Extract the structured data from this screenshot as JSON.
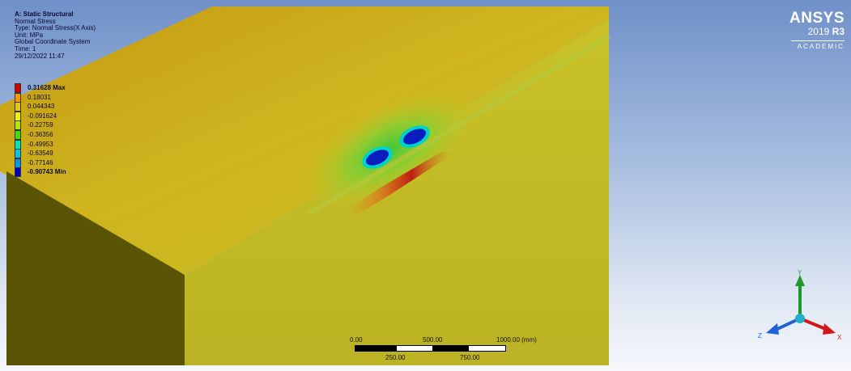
{
  "info": {
    "title": "A: Static Structural",
    "lines": [
      "Normal Stress",
      "Type: Normal Stress(X Axis)",
      "Unit: MPa",
      "Global Coordinate System",
      "Time: 1",
      "29/12/2022 11:47"
    ]
  },
  "legend": [
    {
      "label": "0.31628 Max",
      "color": "#d40000",
      "bold": true
    },
    {
      "label": "0.18031",
      "color": "#ff9500",
      "bold": false
    },
    {
      "label": "0.044343",
      "color": "#e8c800",
      "bold": false
    },
    {
      "label": "-0.091624",
      "color": "#f2f200",
      "bold": false
    },
    {
      "label": "-0.22759",
      "color": "#b4e600",
      "bold": false
    },
    {
      "label": "-0.36356",
      "color": "#46dc00",
      "bold": false
    },
    {
      "label": "-0.49953",
      "color": "#00e6b4",
      "bold": false
    },
    {
      "label": "-0.63549",
      "color": "#00c8e6",
      "bold": false
    },
    {
      "label": "-0.77146",
      "color": "#0096f0",
      "bold": false
    },
    {
      "label": "-0.90743 Min",
      "color": "#0000c8",
      "bold": true
    }
  ],
  "logo": {
    "brand": "ANSYS",
    "version": "2019",
    "release": "R3",
    "edition": "ACADEMIC"
  },
  "scale_bar": {
    "top_labels": [
      "0.00",
      "500.00",
      "1000.00 (mm)"
    ],
    "bottom_labels": [
      "250.00",
      "750.00"
    ]
  },
  "triad": {
    "x": "X",
    "y": "Y",
    "z": "Z"
  },
  "colors": {
    "x_axis": "#d01818",
    "y_axis": "#1e9a2a",
    "z_axis": "#2060d8",
    "origin": "#20b0c8"
  }
}
